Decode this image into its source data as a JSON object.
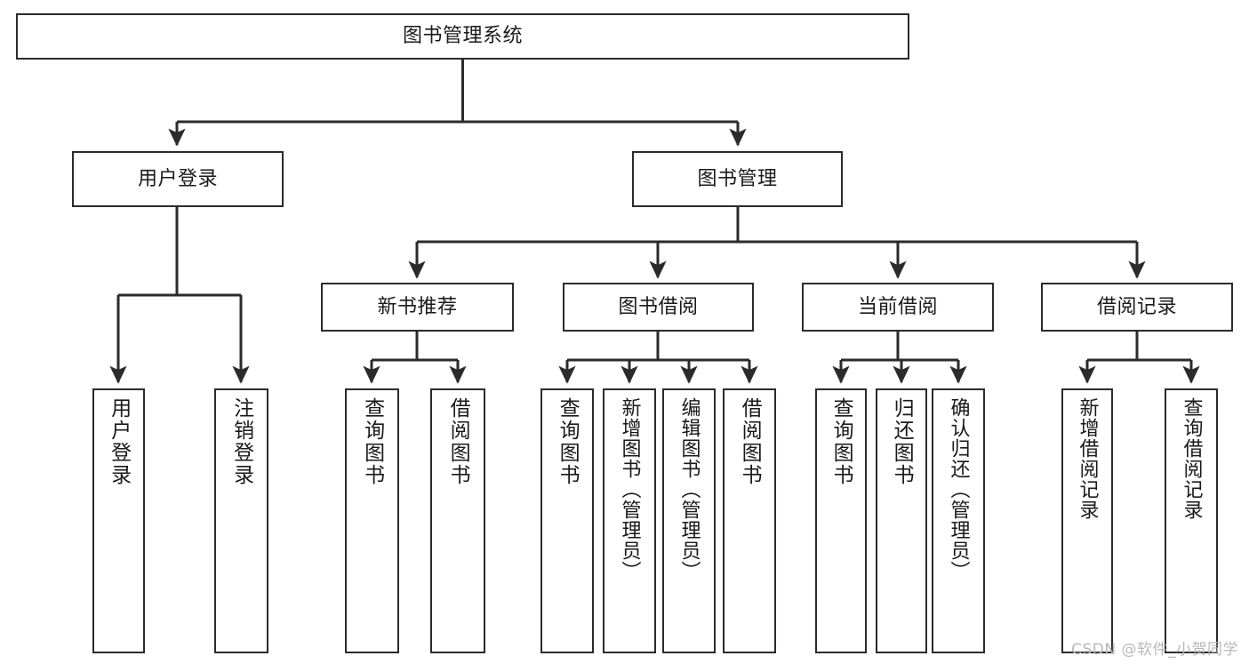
{
  "diagram": {
    "title": "图书管理系统",
    "type": "tree-hierarchy-diagram",
    "colors": {
      "box_border": "#2b2b2b",
      "box_fill": "#ffffff",
      "connector": "#2b2b2b",
      "text": "#1a1a1a",
      "watermark": "#b8b8b8",
      "background": "#ffffff"
    },
    "watermark": "CSDN @软件_小贺同学",
    "nodes": {
      "root": {
        "label": "图书管理系统",
        "level": 1
      },
      "l2": [
        {
          "id": "user-login",
          "label": "用户登录",
          "level": 2
        },
        {
          "id": "book-manage",
          "label": "图书管理",
          "level": 2
        }
      ],
      "l3": [
        {
          "id": "new-book-recommend",
          "label": "新书推荐",
          "level": 3,
          "parent": "book-manage"
        },
        {
          "id": "book-borrow",
          "label": "图书借阅",
          "level": 3,
          "parent": "book-manage"
        },
        {
          "id": "current-borrow",
          "label": "当前借阅",
          "level": 3,
          "parent": "book-manage"
        },
        {
          "id": "borrow-record",
          "label": "借阅记录",
          "level": 3,
          "parent": "book-manage"
        }
      ],
      "leaves": [
        {
          "id": "leaf-user-login",
          "label": "用户登录",
          "parent": "user-login"
        },
        {
          "id": "leaf-logout-login",
          "label": "注销登录",
          "parent": "user-login"
        },
        {
          "id": "leaf-query-book-1",
          "label": "查询图书",
          "parent": "new-book-recommend"
        },
        {
          "id": "leaf-borrow-book-1",
          "label": "借阅图书",
          "parent": "new-book-recommend"
        },
        {
          "id": "leaf-query-book-2",
          "label": "查询图书",
          "parent": "book-borrow"
        },
        {
          "id": "leaf-add-book",
          "label": "新增图书（管理员）",
          "parent": "book-borrow"
        },
        {
          "id": "leaf-edit-book",
          "label": "编辑图书（管理员）",
          "parent": "book-borrow"
        },
        {
          "id": "leaf-borrow-book-2",
          "label": "借阅图书",
          "parent": "book-borrow"
        },
        {
          "id": "leaf-query-book-3",
          "label": "查询图书",
          "parent": "current-borrow"
        },
        {
          "id": "leaf-return-book",
          "label": "归还图书",
          "parent": "current-borrow"
        },
        {
          "id": "leaf-confirm-return",
          "label": "确认归还（管理员）",
          "parent": "current-borrow"
        },
        {
          "id": "leaf-add-record",
          "label": "新增借阅记录",
          "parent": "borrow-record"
        },
        {
          "id": "leaf-query-record",
          "label": "查询借阅记录",
          "parent": "borrow-record"
        }
      ]
    }
  }
}
